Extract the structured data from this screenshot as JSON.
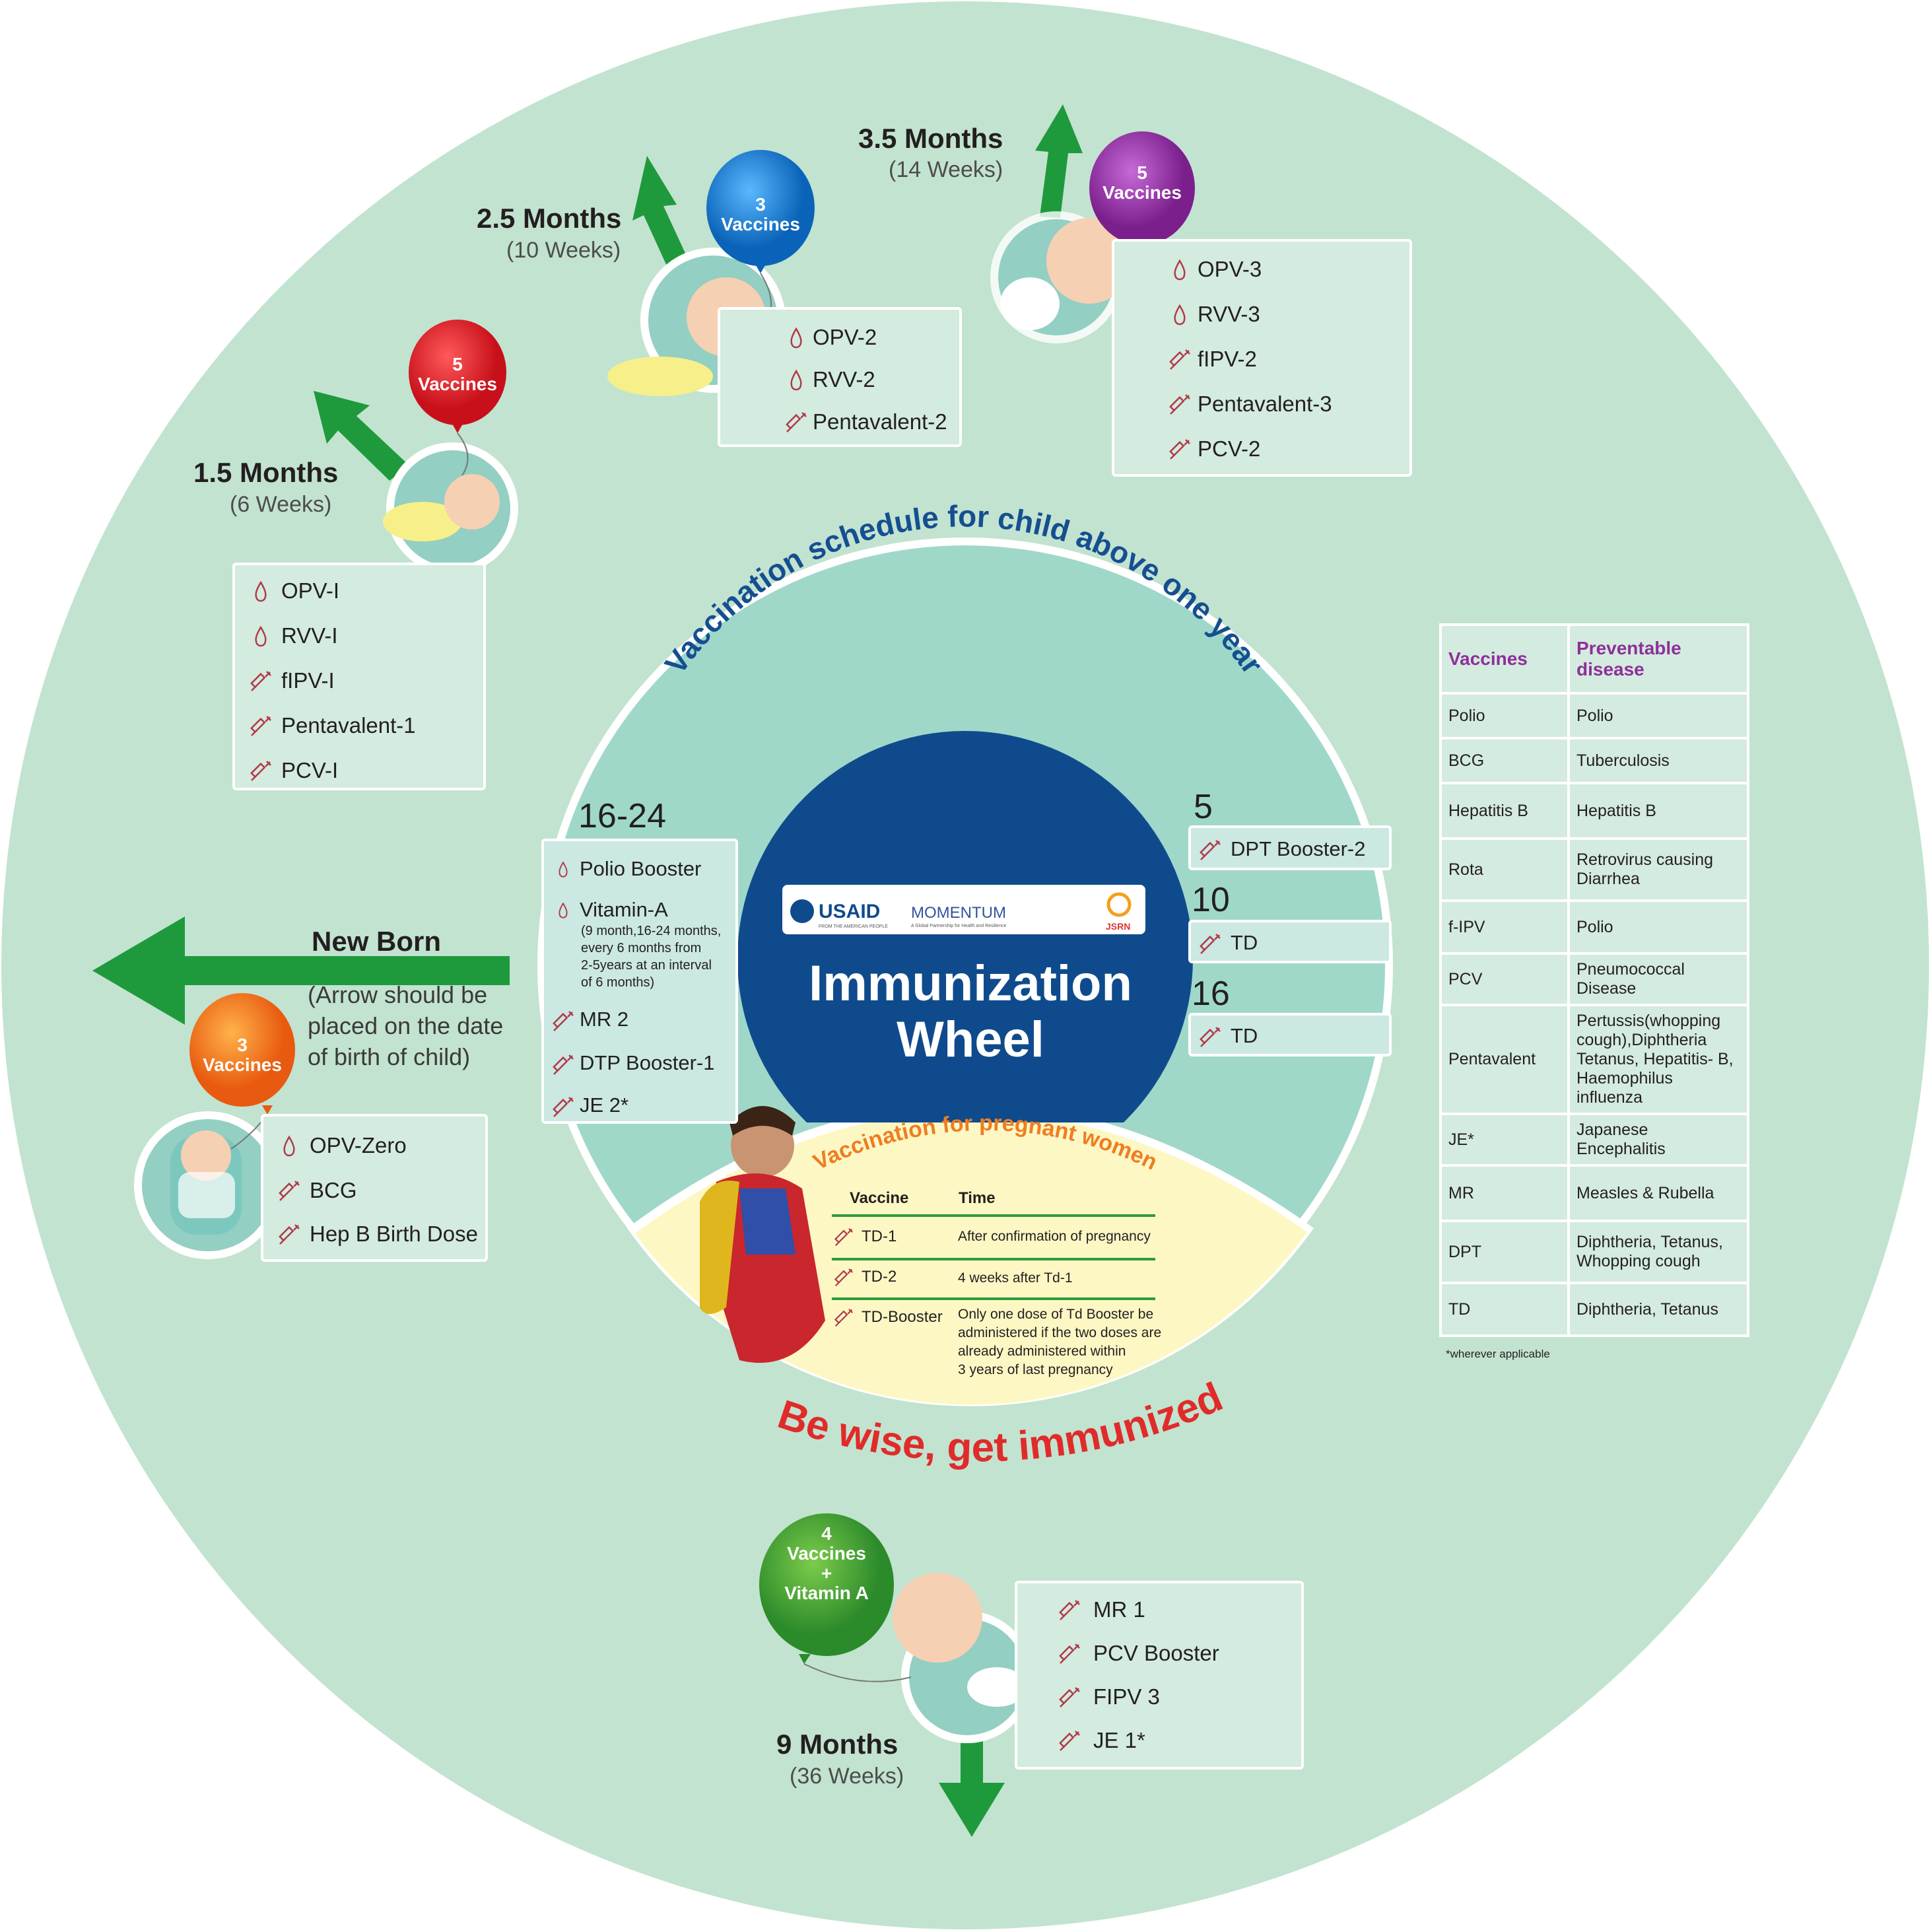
{
  "center": {
    "title_line1": "Immunization",
    "title_line2": "Wheel",
    "logos": {
      "usaid": "USAID",
      "usaid_sub": "FROM THE AMERICAN PEOPLE",
      "momentum": "MOMENTUM",
      "momentum_sub": "A Global Partnership for Health and Resilience",
      "jsrn": "JSRN"
    }
  },
  "above_one_year_title": "Vaccination schedule for child above one year",
  "slogan": "Be wise, get immunized",
  "newborn": {
    "title": "New Born",
    "note": [
      "(Arrow should be",
      "placed on the date",
      "of birth of child)"
    ],
    "balloon": [
      "3",
      "Vaccines"
    ],
    "vaccines": [
      {
        "name": "OPV-Zero",
        "icon": "drop-icon"
      },
      {
        "name": "BCG",
        "icon": "syringe-icon"
      },
      {
        "name": "Hep B Birth Dose",
        "icon": "syringe-icon"
      }
    ]
  },
  "m1_5": {
    "age": "1.5 Months",
    "weeks": "(6 Weeks)",
    "balloon": [
      "5",
      "Vaccines"
    ],
    "vaccines": [
      {
        "name": "OPV-I",
        "icon": "drop-icon"
      },
      {
        "name": "RVV-I",
        "icon": "drop-icon"
      },
      {
        "name": "fIPV-I",
        "icon": "syringe-icon"
      },
      {
        "name": "Pentavalent-1",
        "icon": "syringe-icon"
      },
      {
        "name": "PCV-I",
        "icon": "syringe-icon"
      }
    ]
  },
  "m2_5": {
    "age": "2.5 Months",
    "weeks": "(10 Weeks)",
    "balloon": [
      "3",
      "Vaccines"
    ],
    "vaccines": [
      {
        "name": "OPV-2",
        "icon": "drop-icon"
      },
      {
        "name": "RVV-2",
        "icon": "drop-icon"
      },
      {
        "name": "Pentavalent-2",
        "icon": "syringe-icon"
      }
    ]
  },
  "m3_5": {
    "age": "3.5 Months",
    "weeks": "(14 Weeks)",
    "balloon": [
      "5",
      "Vaccines"
    ],
    "vaccines": [
      {
        "name": "OPV-3",
        "icon": "drop-icon"
      },
      {
        "name": "RVV-3",
        "icon": "drop-icon"
      },
      {
        "name": "fIPV-2",
        "icon": "syringe-icon"
      },
      {
        "name": "Pentavalent-3",
        "icon": "syringe-icon"
      },
      {
        "name": "PCV-2",
        "icon": "syringe-icon"
      }
    ]
  },
  "m9": {
    "age": "9 Months",
    "weeks": "(36 Weeks)",
    "balloon": [
      "4",
      "Vaccines",
      "+",
      "Vitamin A"
    ],
    "vaccines": [
      {
        "name": "MR 1",
        "icon": "syringe-icon"
      },
      {
        "name": "PCV Booster",
        "icon": "syringe-icon"
      },
      {
        "name": "FIPV 3",
        "icon": "syringe-icon"
      },
      {
        "name": "JE 1*",
        "icon": "syringe-icon"
      }
    ]
  },
  "above_one": {
    "range": "16-24",
    "polio_booster": "Polio Booster",
    "vitamin_a": "Vitamin-A",
    "vitamin_a_note": [
      "(9 month,16-24 months,",
      "every 6 months from",
      "2-5years at an interval",
      "of 6 months)"
    ],
    "mr2": "MR 2",
    "dtp": "DTP Booster-1",
    "je2": "JE 2*",
    "y5": "5",
    "y5_vaccine": "DPT Booster-2",
    "y10": "10",
    "y10_vaccine": "TD",
    "y16": "16",
    "y16_vaccine": "TD"
  },
  "pregnant": {
    "title": "Vaccination for pregnant women",
    "col_vaccine": "Vaccine",
    "col_time": "Time",
    "rows": [
      {
        "vaccine": "TD-1",
        "time": [
          "After confirmation of pregnancy"
        ]
      },
      {
        "vaccine": "TD-2",
        "time": [
          "4 weeks after Td-1"
        ]
      },
      {
        "vaccine": "TD-Booster",
        "time": [
          "Only one dose of Td Booster be",
          "administered if the two doses are",
          "already administered  within",
          "3 years of last pregnancy"
        ]
      }
    ]
  },
  "disease_table": {
    "header": [
      "Vaccines",
      "Preventable disease"
    ],
    "rows": [
      [
        "Polio",
        "Polio"
      ],
      [
        "BCG",
        "Tuberculosis"
      ],
      [
        "Hepatitis B",
        "Hepatitis B"
      ],
      [
        "Rota",
        "Retrovirus causing Diarrhea"
      ],
      [
        "f-IPV",
        "Polio"
      ],
      [
        "PCV",
        "Pneumococcal Disease"
      ],
      [
        "Pentavalent",
        "Pertussis(whopping cough),Diphtheria Tetanus, Hepatitis- B, Haemophilus influenza"
      ],
      [
        "JE*",
        "Japanese Encephalitis"
      ],
      [
        "MR",
        "Measles & Rubella"
      ],
      [
        "DPT",
        "Diphtheria, Tetanus, Whopping cough"
      ],
      [
        "TD",
        "Diphtheria, Tetanus"
      ]
    ],
    "footnote": "*wherever applicable"
  },
  "colors": {
    "outer": "#c2e3cf",
    "middle": "#9fd8c9",
    "center": "#0f4b8c",
    "arrow": "#1e9a3d",
    "yellow": "#fdf7c4",
    "slogan": "#e02b2b",
    "arc_text": "#154f91",
    "pregnant_title": "#ef7d22"
  }
}
